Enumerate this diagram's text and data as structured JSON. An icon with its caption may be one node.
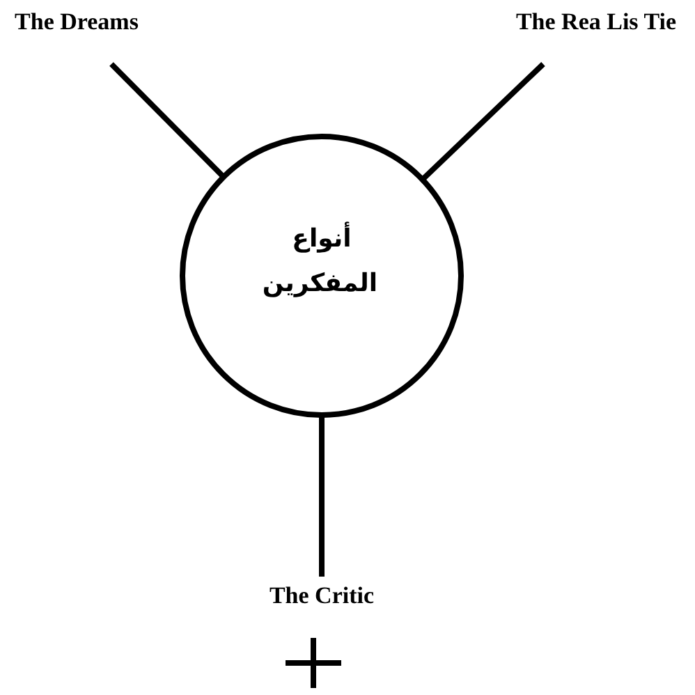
{
  "diagram": {
    "nodes": [
      {
        "text": [
          "The Dreams"
        ]
      },
      {
        "text": [
          "The Rea Lis Tie"
        ]
      },
      {
        "text": [
          "أنواع المفكرين"
        ]
      },
      {
        "text": [
          "The Critic"
        ]
      }
    ],
    "edges": [
      {
        "from": 2,
        "to": 0,
        "arrow": "none"
      },
      {
        "from": 2,
        "to": 1,
        "arrow": "none"
      },
      {
        "from": 2,
        "to": 3,
        "arrow": "none"
      }
    ]
  }
}
